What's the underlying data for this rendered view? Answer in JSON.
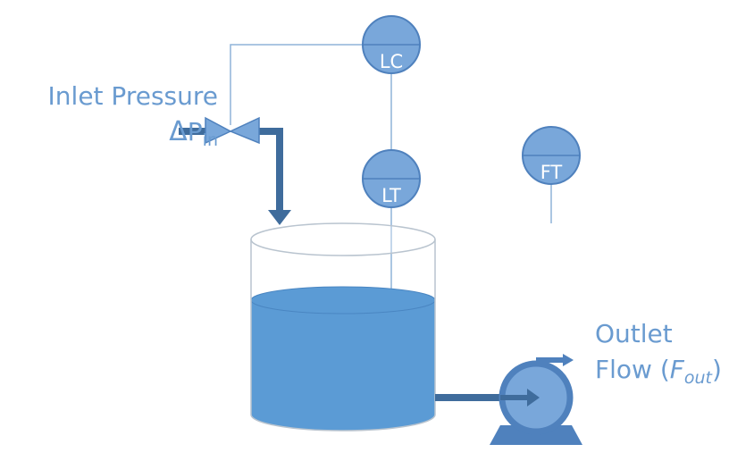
{
  "inlet": {
    "title": "Inlet Pressure",
    "symbol_delta": "Δ",
    "symbol_var": "P",
    "symbol_sub": "in"
  },
  "outlet": {
    "line1": "Outlet",
    "line2_prefix": "Flow (",
    "var": "F",
    "sub": "out",
    "line2_suffix": ")"
  },
  "instruments": {
    "level_controller": "LC",
    "level_transmitter": "LT",
    "flow_transmitter": "FT"
  },
  "colors": {
    "pipe": "#3f6c9c",
    "label": "#6a9bd0",
    "instrument_fill": "#79a7da",
    "instrument_stroke": "#4f81bd",
    "liquid": "#5b9bd5",
    "tank_outline": "#b9c4cf",
    "signal_line": "#8fb3d9"
  }
}
